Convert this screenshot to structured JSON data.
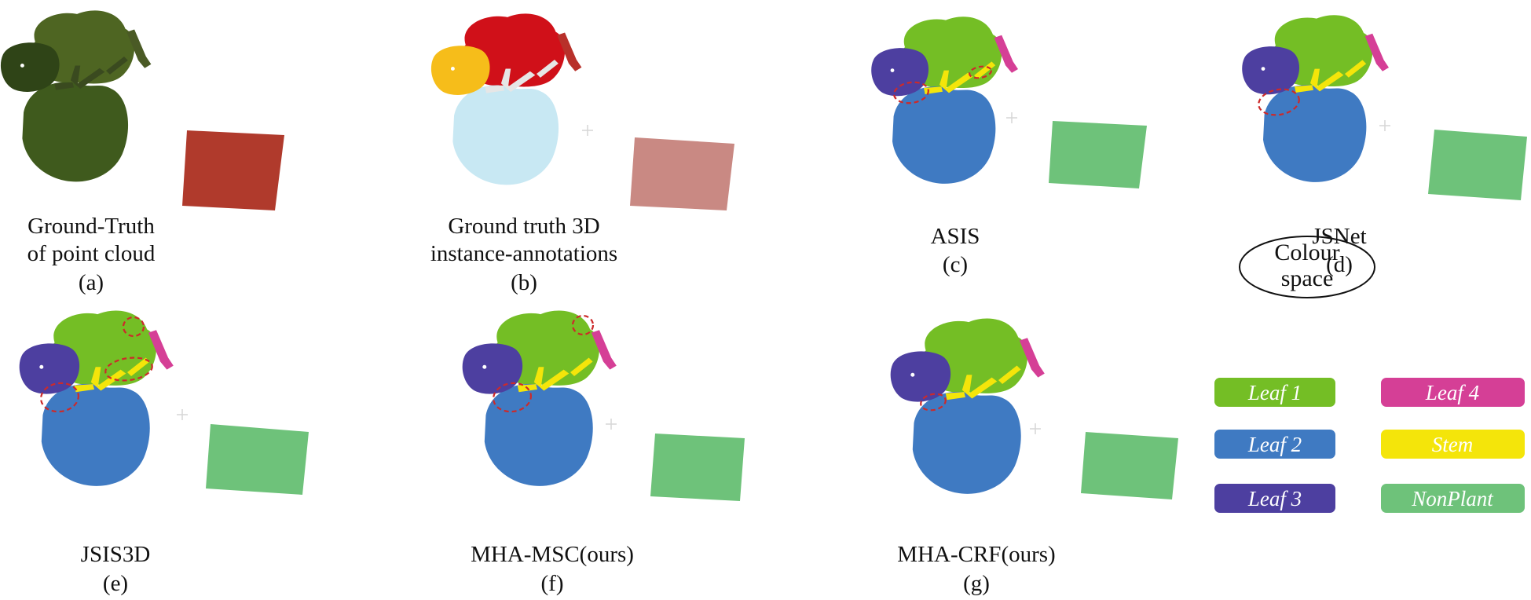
{
  "colors": {
    "leaf1": "#74be25",
    "leaf2": "#3f7ac2",
    "leaf3": "#4d3fa0",
    "leaf4": "#d53f96",
    "stem": "#f4e50a",
    "nonplant": "#6ec27a"
  },
  "panels": {
    "a": {
      "caption_lines": [
        "Ground-Truth",
        "of point cloud"
      ],
      "label": "(a)"
    },
    "b": {
      "caption_lines": [
        "Ground truth 3D",
        "instance-annotations"
      ],
      "label": "(b)"
    },
    "c": {
      "caption_lines": [
        "ASIS"
      ],
      "label": "(c)"
    },
    "d": {
      "caption_lines": [
        "JSNet"
      ],
      "label": "(d)"
    },
    "e": {
      "caption_lines": [
        "JSIS3D"
      ],
      "label": "(e)"
    },
    "f": {
      "caption_lines": [
        "MHA-MSC(ours)"
      ],
      "label": "(f)"
    },
    "g": {
      "caption_lines": [
        "MHA-CRF(ours)"
      ],
      "label": "(g)"
    }
  },
  "legend": {
    "title_lines": [
      "Colour",
      "space"
    ],
    "items": [
      {
        "id": "leaf1",
        "label": "Leaf 1"
      },
      {
        "id": "leaf4",
        "label": "Leaf 4"
      },
      {
        "id": "leaf2",
        "label": "Leaf 2"
      },
      {
        "id": "stem",
        "label": "Stem"
      },
      {
        "id": "leaf3",
        "label": "Leaf 3"
      },
      {
        "id": "nonplant",
        "label": "NonPlant"
      }
    ]
  }
}
